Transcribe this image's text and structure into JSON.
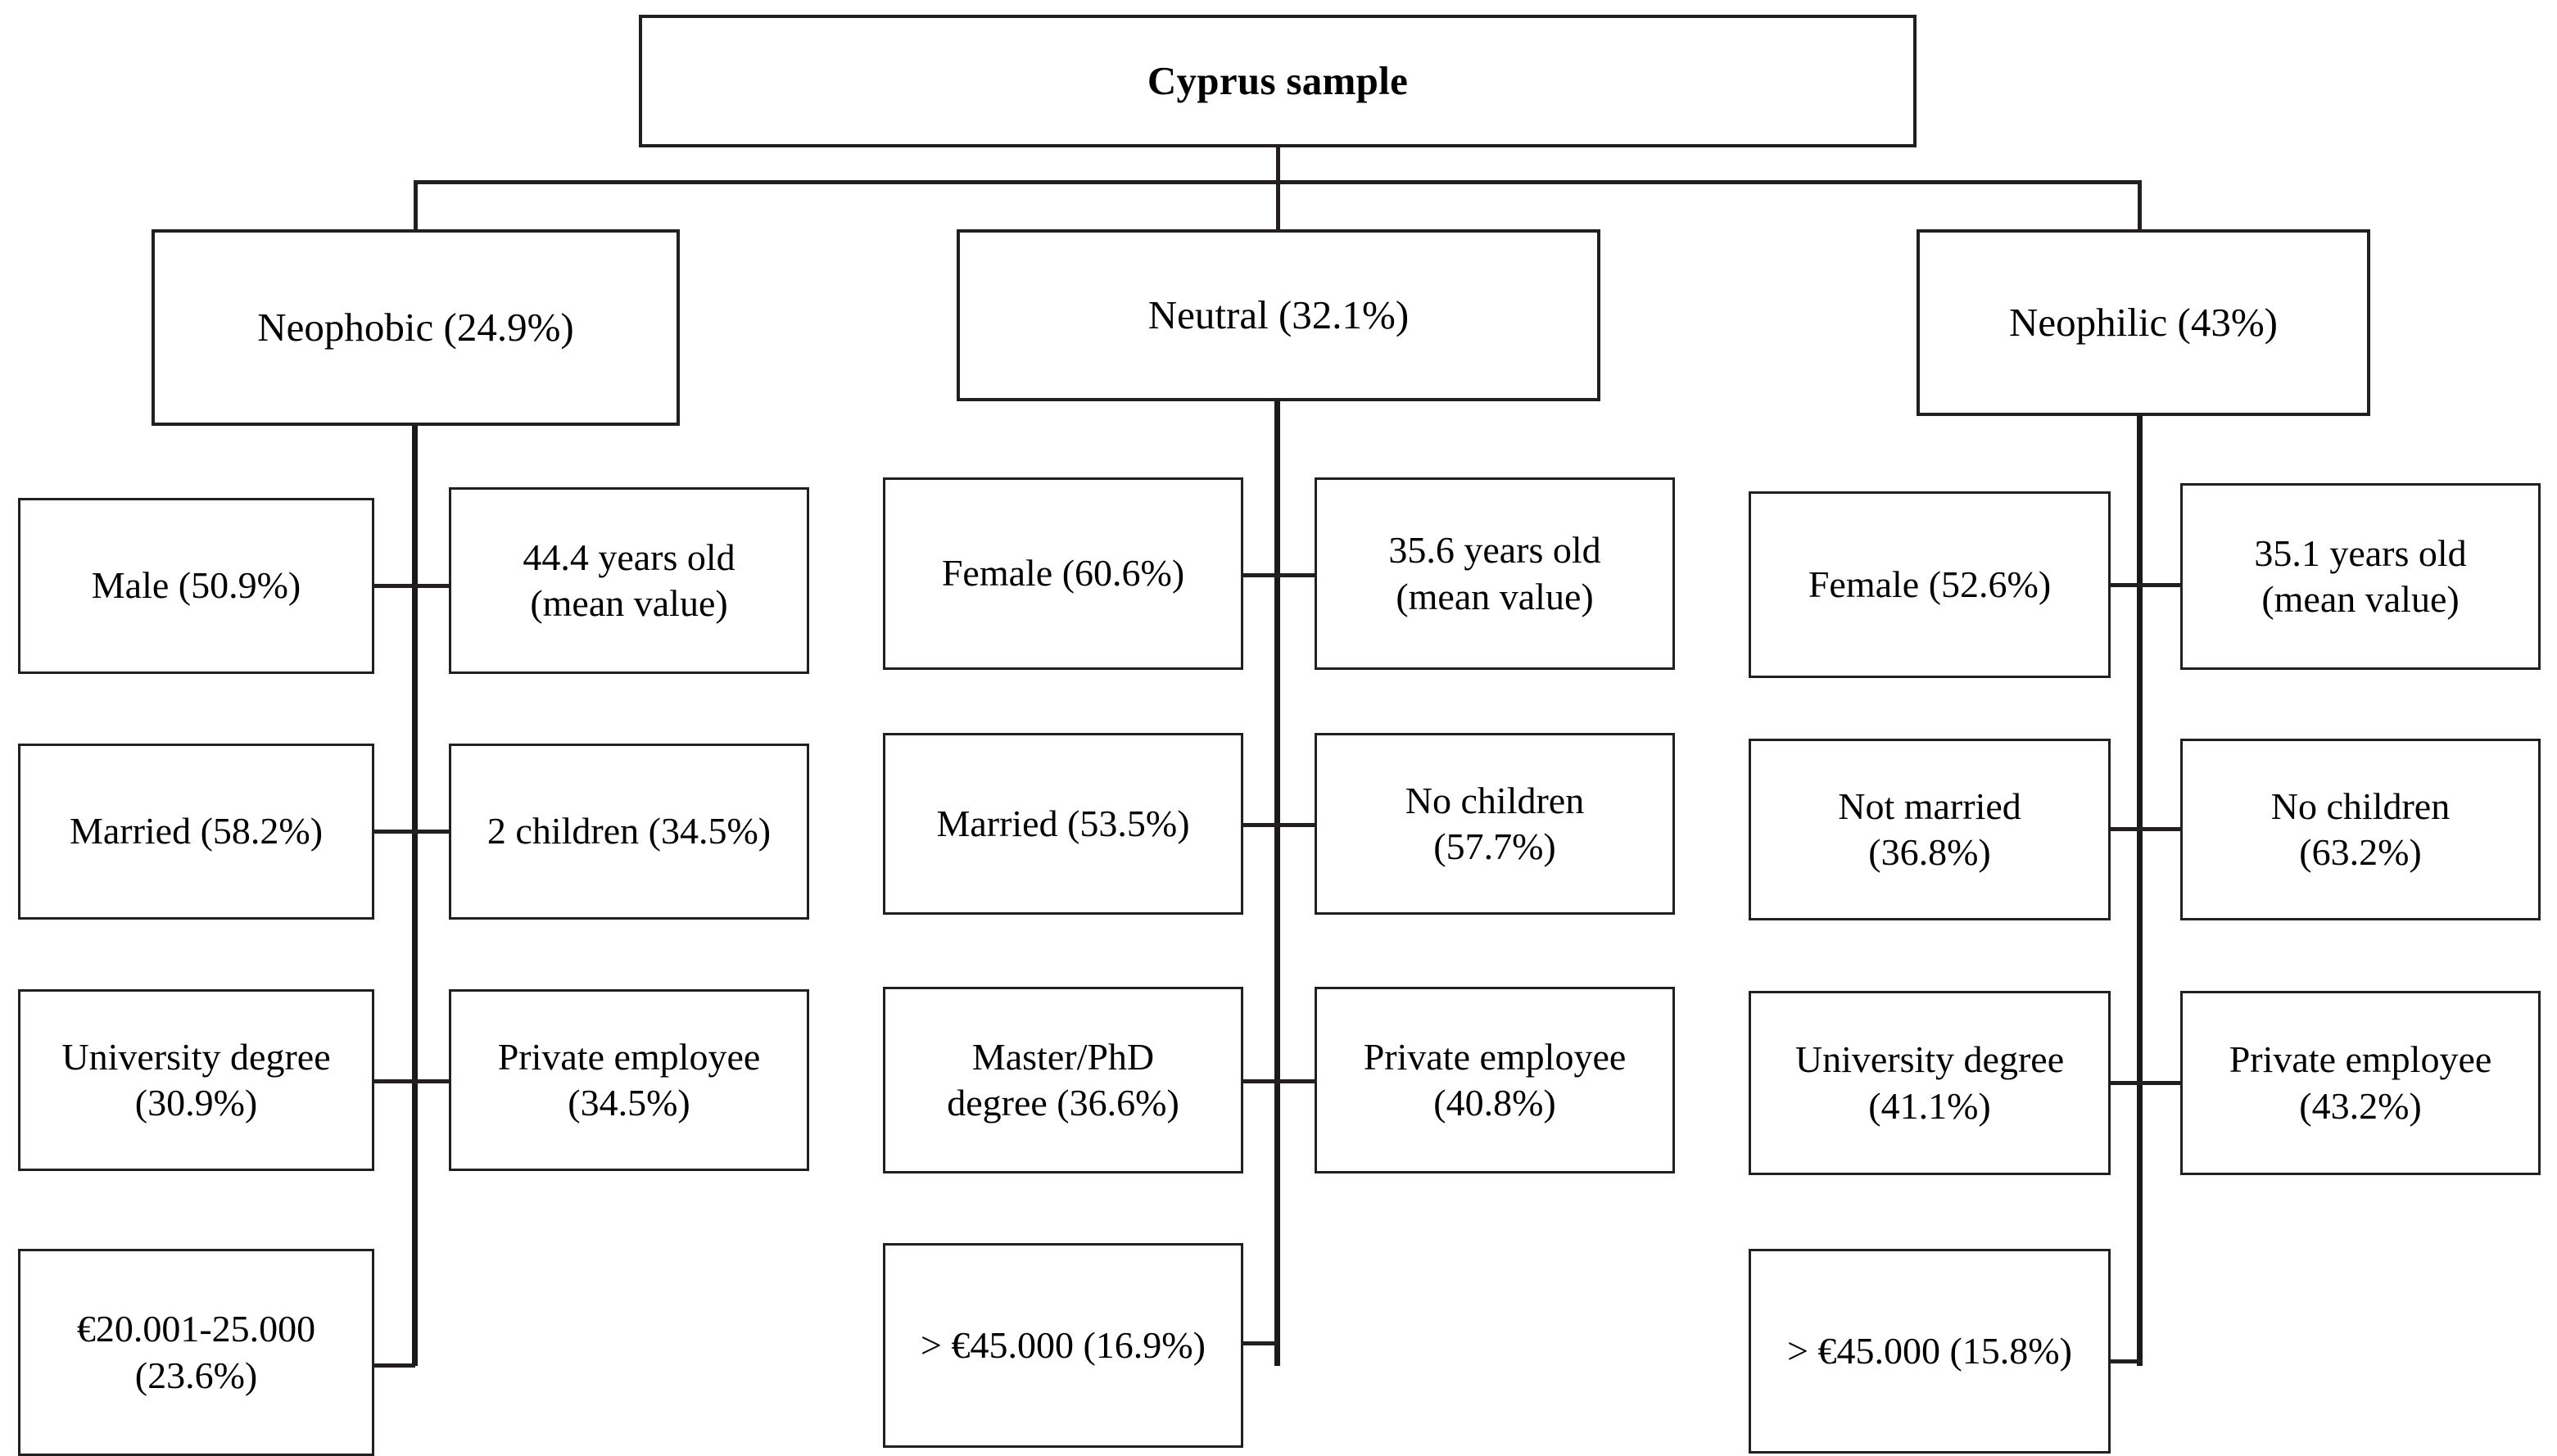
{
  "diagram": {
    "type": "tree",
    "root": {
      "label": "Cyprus sample"
    },
    "branches": [
      {
        "id": "neophobic",
        "label": "Neophobic (24.9%)",
        "share_percent": 24.9,
        "attributes": [
          {
            "side": "left",
            "label": "Male (50.9%)"
          },
          {
            "side": "right",
            "label": "44.4 years old\n(mean value)"
          },
          {
            "side": "left",
            "label": "Married (58.2%)"
          },
          {
            "side": "right",
            "label": "2 children (34.5%)"
          },
          {
            "side": "left",
            "label": "University degree\n(30.9%)"
          },
          {
            "side": "right",
            "label": "Private employee\n(34.5%)"
          },
          {
            "side": "left",
            "label": "€20.001-25.000\n(23.6%)"
          }
        ]
      },
      {
        "id": "neutral",
        "label": "Neutral (32.1%)",
        "share_percent": 32.1,
        "attributes": [
          {
            "side": "left",
            "label": "Female (60.6%)"
          },
          {
            "side": "right",
            "label": "35.6 years old\n(mean value)"
          },
          {
            "side": "left",
            "label": "Married (53.5%)"
          },
          {
            "side": "right",
            "label": "No children\n(57.7%)"
          },
          {
            "side": "left",
            "label": "Master/PhD\ndegree (36.6%)"
          },
          {
            "side": "right",
            "label": "Private employee\n(40.8%)"
          },
          {
            "side": "left",
            "label": "> €45.000 (16.9%)"
          }
        ]
      },
      {
        "id": "neophilic",
        "label": "Neophilic (43%)",
        "share_percent": 43,
        "attributes": [
          {
            "side": "left",
            "label": "Female (52.6%)"
          },
          {
            "side": "right",
            "label": "35.1 years old\n(mean value)"
          },
          {
            "side": "left",
            "label": "Not married\n(36.8%)"
          },
          {
            "side": "right",
            "label": "No children\n(63.2%)"
          },
          {
            "side": "left",
            "label": "University degree\n(41.1%)"
          },
          {
            "side": "right",
            "label": "Private employee\n(43.2%)"
          },
          {
            "side": "left",
            "label": "> €45.000 (15.8%)"
          }
        ]
      }
    ],
    "colors": {
      "line": "#231f20",
      "background": "#ffffff",
      "text": "#000000"
    }
  }
}
